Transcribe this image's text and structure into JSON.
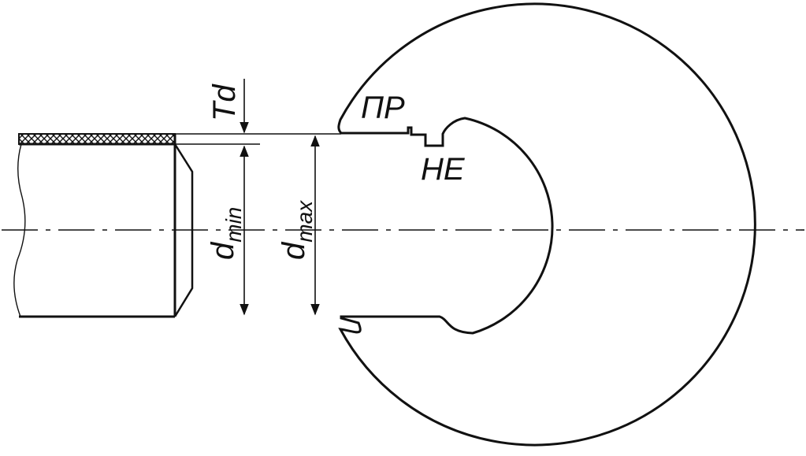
{
  "labels": {
    "go_side": "ПР",
    "no_go_side": "НЕ",
    "tolerance": "Td",
    "d_min_main": "d",
    "d_min_sub": "min",
    "d_max_main": "d",
    "d_max_sub": "max"
  },
  "colors": {
    "line": "#111111",
    "background": "#ffffff"
  }
}
